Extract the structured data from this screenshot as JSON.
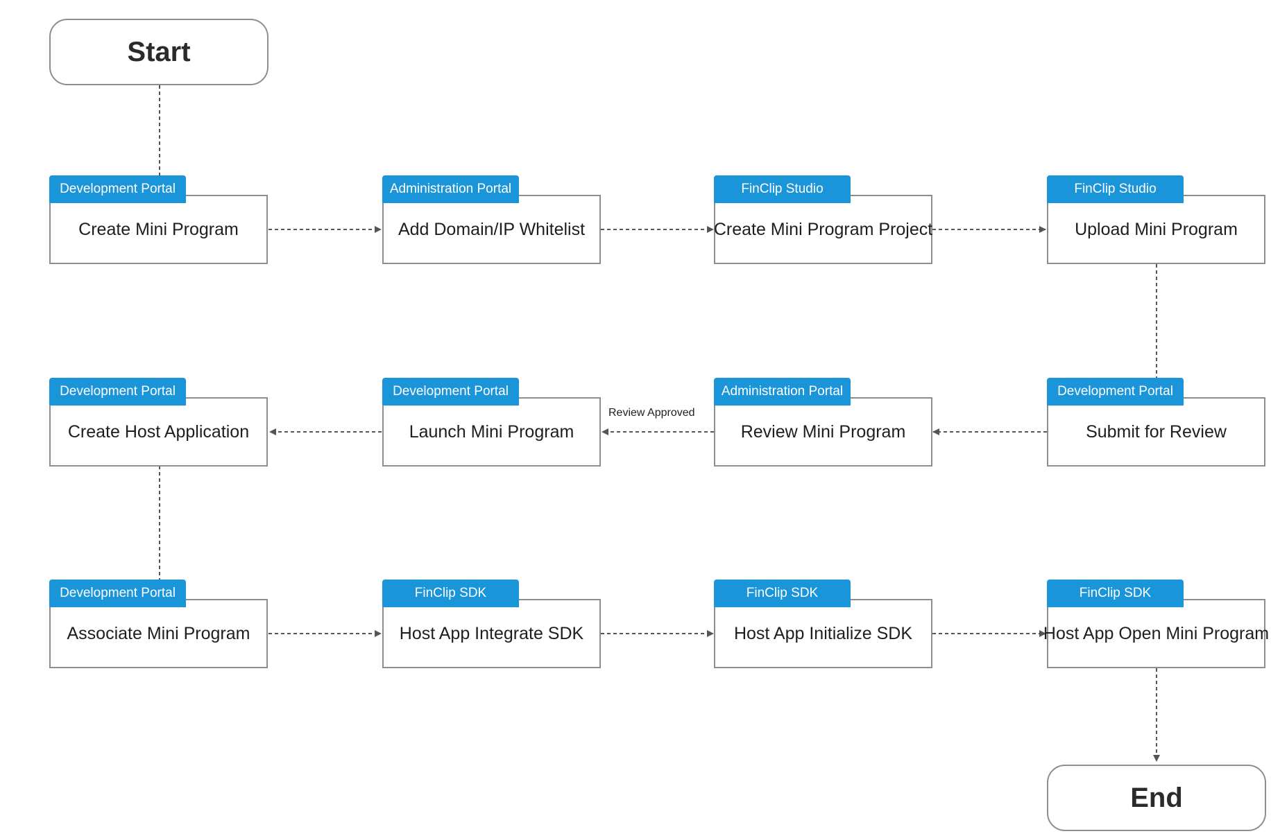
{
  "start_label": "Start",
  "end_label": "End",
  "edge_label_review": "Review Approved",
  "nodes": [
    {
      "tag": "Development Portal",
      "label": "Create Mini Program"
    },
    {
      "tag": "Administration Portal",
      "label": "Add Domain/IP Whitelist"
    },
    {
      "tag": "FinClip Studio",
      "label": "Create Mini Program Project"
    },
    {
      "tag": "FinClip Studio",
      "label": "Upload Mini Program"
    },
    {
      "tag": "Development Portal",
      "label": "Create Host Application"
    },
    {
      "tag": "Development Portal",
      "label": "Launch Mini Program"
    },
    {
      "tag": "Administration Portal",
      "label": "Review Mini Program"
    },
    {
      "tag": "Development Portal",
      "label": "Submit for Review"
    },
    {
      "tag": "Development Portal",
      "label": "Associate Mini Program"
    },
    {
      "tag": "FinClip SDK",
      "label": "Host App Integrate SDK"
    },
    {
      "tag": "FinClip SDK",
      "label": "Host App Initialize SDK"
    },
    {
      "tag": "FinClip SDK",
      "label": "Host App Open Mini Program"
    }
  ],
  "colors": {
    "tag_bg": "#1b95d9",
    "border": "#8d8d8d",
    "connector": "#555555"
  }
}
